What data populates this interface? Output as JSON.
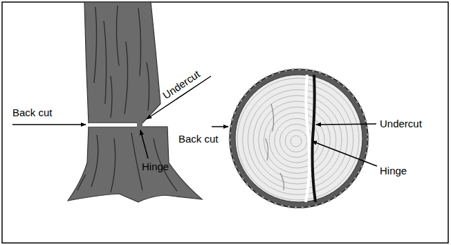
{
  "diagram": {
    "labels": [
      "Back cut",
      "Undercut",
      "Hinge",
      "Back cut",
      "Undercut",
      "Hinge"
    ]
  }
}
